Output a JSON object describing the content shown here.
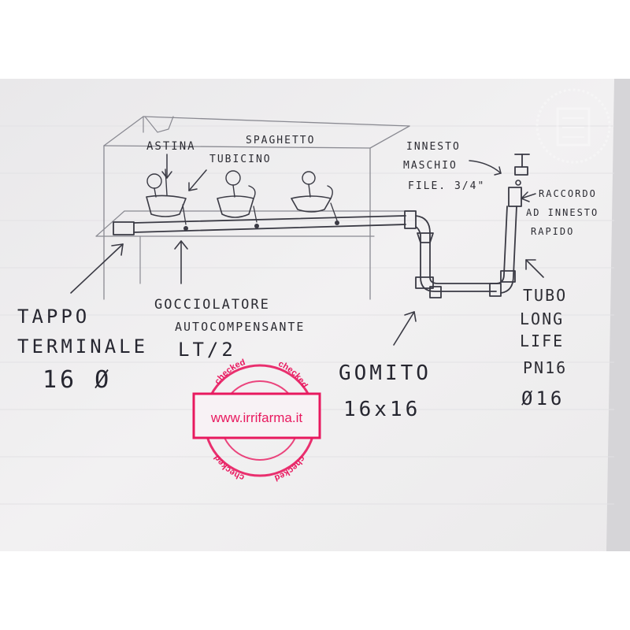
{
  "labels": {
    "astina": "ASTINA",
    "spaghetto_line1": "SPAGHETTO",
    "spaghetto_line2": "TUBICINO",
    "innesto_line1": "INNESTO",
    "innesto_line2": "MASCHIO",
    "innesto_line3": "FILE. 3/4\"",
    "raccordo_line1": "RACCORDO",
    "raccordo_line2": "AD INNESTO",
    "raccordo_line3": "RAPIDO",
    "tappo_line1": "TAPPO",
    "tappo_line2": "TERMINALE",
    "tappo_line3": "16 Ø",
    "gocciolatore_line1": "GOCCIOLATORE",
    "gocciolatore_line2": "AUTOCOMPENSANTE",
    "gocciolatore_line3": "LT/2",
    "gomito_line1": "GOMITO",
    "gomito_line2": "16x16",
    "tubo_line1": "TUBO",
    "tubo_line2": "LONG",
    "tubo_line3": "LIFE",
    "tubo_line4": "PN16",
    "tubo_line5": "Ø16"
  },
  "stamp": {
    "url": "www.irrifarma.it",
    "ring_text": "checked",
    "color": "#e8195f"
  },
  "colors": {
    "paper": "#efeeef",
    "pencil": "#3a3a44",
    "background": "#ffffff"
  }
}
